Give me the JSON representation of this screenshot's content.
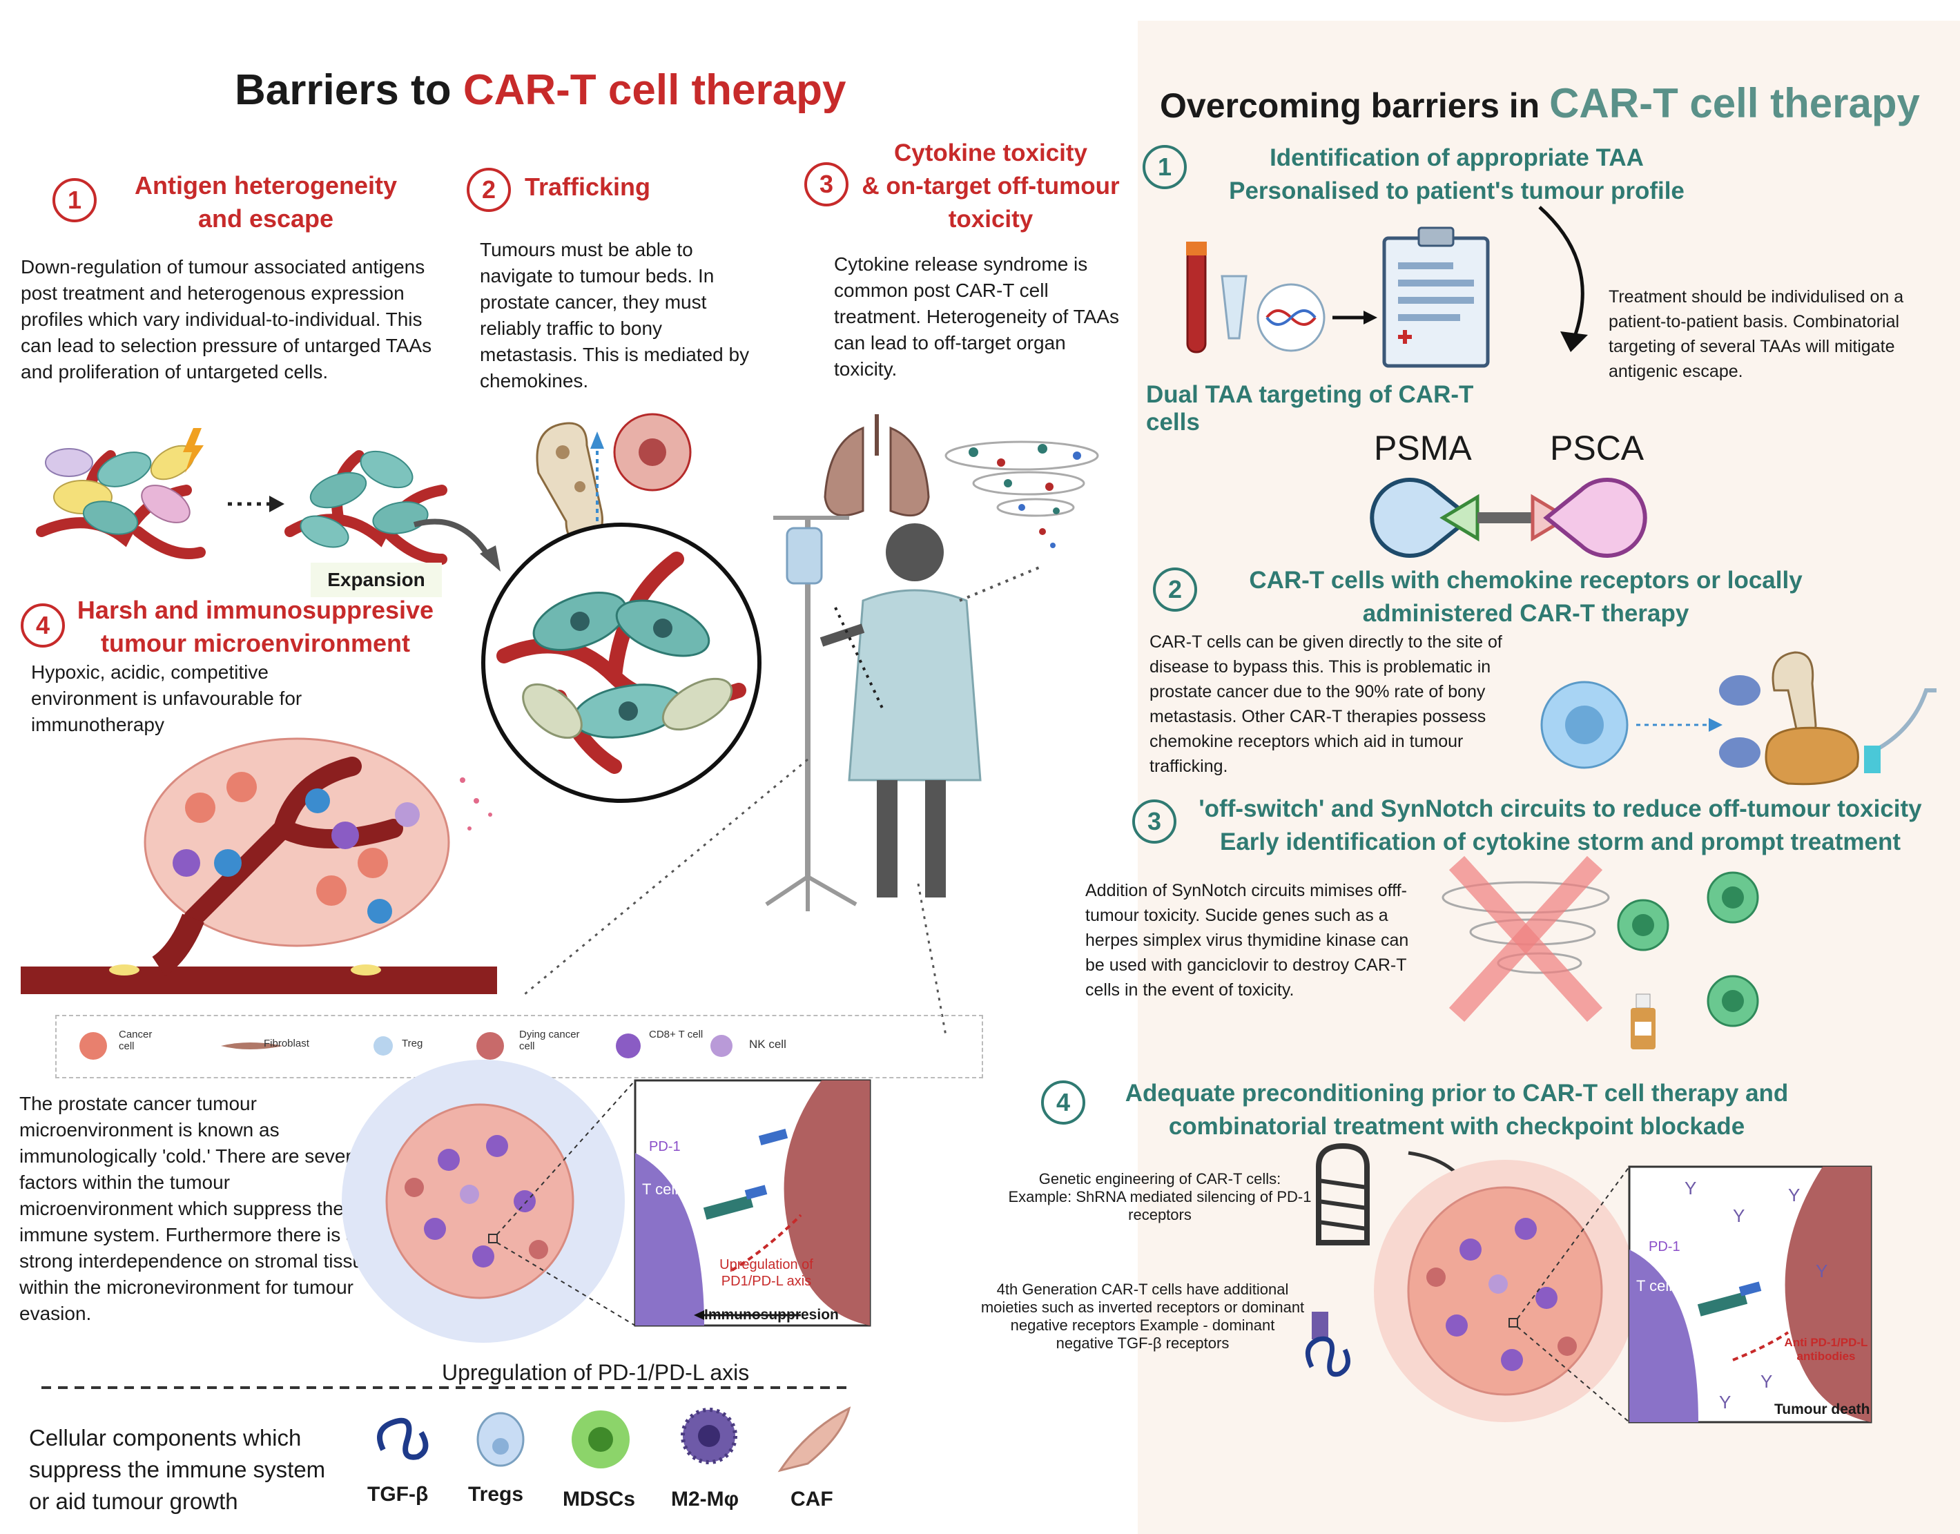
{
  "left": {
    "title_part1": "Barriers to ",
    "title_part2": "CAR-T cell therapy",
    "b1": {
      "num": "1",
      "heading_line1": "Antigen heterogeneity",
      "heading_line2": "and escape",
      "text": "Down-regulation of tumour associated antigens post treatment and heterogenous expression profiles which vary individual-to-individual. This can lead to selection pressure of untarged TAAs and proliferation of untargeted cells."
    },
    "b2": {
      "num": "2",
      "heading": "Trafficking",
      "text": "Tumours must be able to navigate to tumour beds. In prostate cancer, they must reliably traffic to bony metastasis. This is mediated by chemokines."
    },
    "b3": {
      "num": "3",
      "heading_line1": "Cytokine toxicity",
      "heading_line2": "& on-target off-tumour",
      "heading_line3": "toxicity",
      "text": "Cytokine release syndrome is common post CAR-T cell treatment. Heterogeneity of TAAs can lead to off-target organ toxicity."
    },
    "expansion_label": "Expansion",
    "b4": {
      "num": "4",
      "heading_line1": "Harsh and immunosuppresive",
      "heading_line2": "tumour microenvironment",
      "text": "Hypoxic, acidic, competitive environment is unfavourable for immunotherapy"
    },
    "legend": {
      "cancer_cell": "Cancer cell",
      "fibroblast": "Fibroblast",
      "treg": "Treg",
      "dying_cancer_cell": "Dying cancer cell",
      "cd8_t_cell": "CD8+ T cell",
      "nk_cell": "NK cell"
    },
    "tme_text": "The prostate cancer tumour microenvironment is known as immunologically 'cold.' There are several factors within the tumour microenvironment which suppress the immune system. Furthermore there is a strong interdependence on stromal tissue within the micronevironment for tumour evasion.",
    "inset": {
      "pd1": "PD-1",
      "tcell": "T cell",
      "upregulation": "Upregulation of PD1/PD-L axis",
      "immunosuppression": "Immunosuppresion"
    },
    "caption": "Upregulation of PD-1/PD-L axis",
    "components_text": "Cellular components  which suppress the immune system or aid tumour growth",
    "components": [
      "TGF-β",
      "Tregs",
      "MDSCs",
      "M2-Mφ",
      "CAF"
    ]
  },
  "right": {
    "title_part1": "Overcoming barriers in ",
    "title_part2": "CAR-T cell therapy",
    "s1": {
      "num": "1",
      "heading_line1": "Identification of appropriate TAA",
      "heading_line2": "Personalised to patient's tumour profile",
      "text": "Treatment should be individulised on a patient-to-patient basis. Combinatorial targeting of several TAAs will mitigate antigenic escape.",
      "dual": "Dual TAA targeting of CAR-T cells",
      "antigen1": "PSMA",
      "antigen2": "PSCA"
    },
    "s2": {
      "num": "2",
      "heading_line1": "CAR-T cells with chemokine receptors or locally",
      "heading_line2": "administered CAR-T therapy",
      "text": "CAR-T cells can be given directly to the site of disease to bypass this. This is problematic in prostate cancer due to the 90% rate of bony metastasis. Other CAR-T therapies possess chemokine receptors which aid in tumour trafficking."
    },
    "s3": {
      "num": "3",
      "heading_line1": "'off-switch' and SynNotch circuits to reduce off-tumour toxicity",
      "heading_line2": "Early identification of cytokine storm and prompt treatment",
      "text": "Addition of  SynNotch circuits mimises offf-tumour toxicity. Sucide genes such as a herpes simplex virus thymidine kinase  can be used with ganciclovir to destroy CAR-T cells in the event of toxicity."
    },
    "s4": {
      "num": "4",
      "heading_line1": "Adequate preconditioning prior to CAR-T cell therapy and",
      "heading_line2": "combinatorial treatment with checkpoint blockade",
      "genetic": "Genetic engineering of CAR-T cells: Example: ShRNA mediated silencing of PD-1 receptors",
      "gen4": "4th Generation  CAR-T cells  have additional moieties such as inverted receptors or dominant negative receptors Example - dominant negative TGF-β receptors",
      "pd1": "PD-1",
      "tcell": "T cell",
      "anti": "Anti PD-1/PD-L antibodies",
      "death": "Tumour death"
    }
  },
  "colors": {
    "red": "#c72a2a",
    "teal": "#2f7a72",
    "title_teal": "#5a9189"
  }
}
